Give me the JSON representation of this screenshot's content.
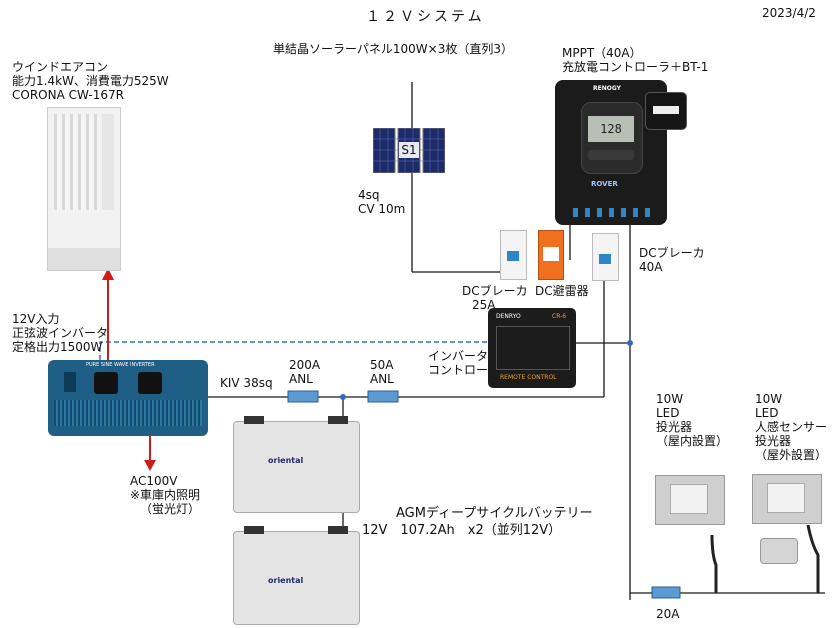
{
  "title": "１２Ｖシステム",
  "date": "2023/4/2",
  "solar": {
    "label": "単結晶ソーラーパネル100W×3枚（直列3）",
    "panel_tag": "S1"
  },
  "solar_cable": [
    "4sq",
    "CV 10m"
  ],
  "mppt": {
    "label": [
      "MPPT（40A）",
      "充放電コントローラ＋BT-1"
    ],
    "brand": "RENOGY",
    "display": "128",
    "name": "ROVER"
  },
  "aircon": {
    "label": [
      "ウインドエアコン",
      "能力1.4kW、消費電力525W",
      "CORONA CW-167R"
    ]
  },
  "inverter": {
    "label": [
      "12V入力",
      "正弦波インバータ",
      "定格出力1500W"
    ],
    "face_text": "PURE SINE WAVE INVERTER"
  },
  "ac_out": [
    "AC100V",
    "※車庫内照明",
    "（蛍光灯）"
  ],
  "dc_breaker_25": [
    "DCブレーカ",
    "25A"
  ],
  "surge": "DC避雷器",
  "dc_breaker_40": [
    "DCブレーカ",
    "40A"
  ],
  "inverter_controller": {
    "label": [
      "インバータ",
      "コントローラ"
    ],
    "brand": "DENRYO",
    "model": "CR-6",
    "bottom": "REMOTE CONTROL"
  },
  "kiv": "KIV 38sq",
  "fuse_200": [
    "200A",
    "ANL"
  ],
  "fuse_50": [
    "50A",
    "ANL"
  ],
  "battery": {
    "label": [
      "AGMディープサイクルバッテリー",
      "12V　107.2Ah　x2（並列12V）"
    ],
    "brand": "oriental"
  },
  "led_indoor": [
    "10W",
    "LED",
    "",
    "投光器",
    "（屋内設置）"
  ],
  "led_outdoor": [
    "10W",
    "LED",
    "人感センサー",
    "投光器",
    "（屋外設置）"
  ],
  "fuse_20": "20A",
  "colors": {
    "wire": "#1a1a1a",
    "signal": "#2e6cc0",
    "ac": "#d11a1a",
    "inverter_body": "#1f5f86",
    "mppt_body": "#1b1b1b",
    "surge": "#f07020"
  }
}
